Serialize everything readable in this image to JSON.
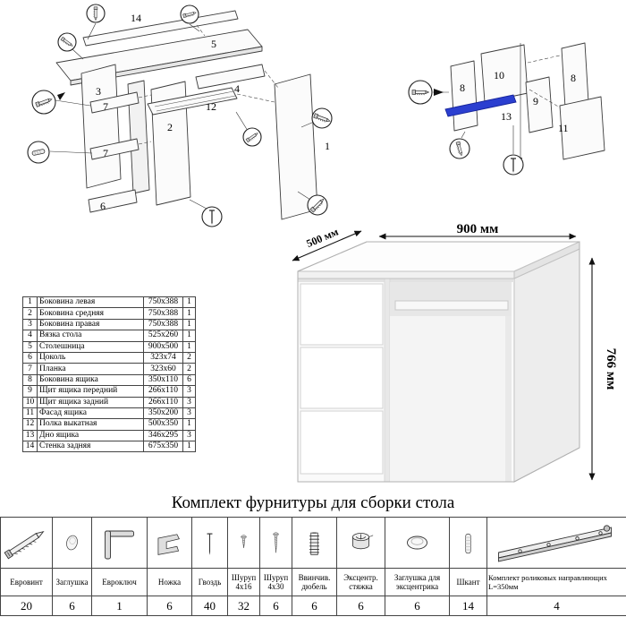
{
  "title": "Комплект фурнитуры для сборки стола",
  "desk_view": {
    "width_label": "900 мм",
    "depth_label": "500 мм",
    "height_label": "766 мм"
  },
  "main_diagram": {
    "labels": {
      "l1": "1",
      "l2": "2",
      "l3": "3",
      "l4": "4",
      "l5": "5",
      "l6": "6",
      "l7a": "7",
      "l7b": "7",
      "l12": "12",
      "l14": "14"
    }
  },
  "drawer_diagram": {
    "labels": {
      "l8a": "8",
      "l8b": "8",
      "l9": "9",
      "l10": "10",
      "l11": "11",
      "l13": "13"
    }
  },
  "parts_table": {
    "rows": [
      {
        "num": "1",
        "name": "Боковина левая",
        "size": "750x388",
        "qty": "1"
      },
      {
        "num": "2",
        "name": "Боковина средняя",
        "size": "750x388",
        "qty": "1"
      },
      {
        "num": "3",
        "name": "Боковина правая",
        "size": "750x388",
        "qty": "1"
      },
      {
        "num": "4",
        "name": "Вязка стола",
        "size": "525x260",
        "qty": "1"
      },
      {
        "num": "5",
        "name": "Столешница",
        "size": "900x500",
        "qty": "1"
      },
      {
        "num": "6",
        "name": "Цоколь",
        "size": "323x74",
        "qty": "2"
      },
      {
        "num": "7",
        "name": "Планка",
        "size": "323x60",
        "qty": "2"
      },
      {
        "num": "8",
        "name": "Боковина ящика",
        "size": "350x110",
        "qty": "6"
      },
      {
        "num": "9",
        "name": "Щит ящика передний",
        "size": "266x110",
        "qty": "3"
      },
      {
        "num": "10",
        "name": "Щит ящика задний",
        "size": "266x110",
        "qty": "3"
      },
      {
        "num": "11",
        "name": "Фасад ящика",
        "size": "350x200",
        "qty": "3"
      },
      {
        "num": "12",
        "name": "Полка выкатная",
        "size": "500x350",
        "qty": "1"
      },
      {
        "num": "13",
        "name": "Дно ящика",
        "size": "346x295",
        "qty": "3"
      },
      {
        "num": "14",
        "name": "Стенка задняя",
        "size": "675x350",
        "qty": "1"
      }
    ]
  },
  "hardware_table": {
    "items": [
      {
        "name": "Евровинт",
        "qty": "20",
        "icon": "confirmat-screw-icon"
      },
      {
        "name": "Заглушка",
        "qty": "6",
        "icon": "plug-icon"
      },
      {
        "name": "Евроключ",
        "qty": "1",
        "icon": "hex-key-icon"
      },
      {
        "name": "Ножка",
        "qty": "6",
        "icon": "leg-icon"
      },
      {
        "name": "Гвоздь",
        "qty": "40",
        "icon": "nail-icon"
      },
      {
        "name": "Шуруп 4x16",
        "qty": "32",
        "icon": "screw-4x16-icon"
      },
      {
        "name": "Шуруп 4x30",
        "qty": "6",
        "icon": "screw-4x30-icon"
      },
      {
        "name": "Ввинчив. дюбель",
        "qty": "6",
        "icon": "screw-in-dowel-icon"
      },
      {
        "name": "Эксцентр. стяжка",
        "qty": "6",
        "icon": "cam-lock-icon"
      },
      {
        "name": "Заглушка для эксцентрика",
        "qty": "6",
        "icon": "cam-cap-icon"
      },
      {
        "name": "Шкант",
        "qty": "14",
        "icon": "wood-dowel-icon"
      },
      {
        "name": "Комплект роликовых направляющих L=350мм",
        "qty": "4",
        "icon": "drawer-slides-icon"
      }
    ]
  },
  "colors": {
    "highlight_blue": "#2b3fd0",
    "line": "#3c3c3c"
  }
}
